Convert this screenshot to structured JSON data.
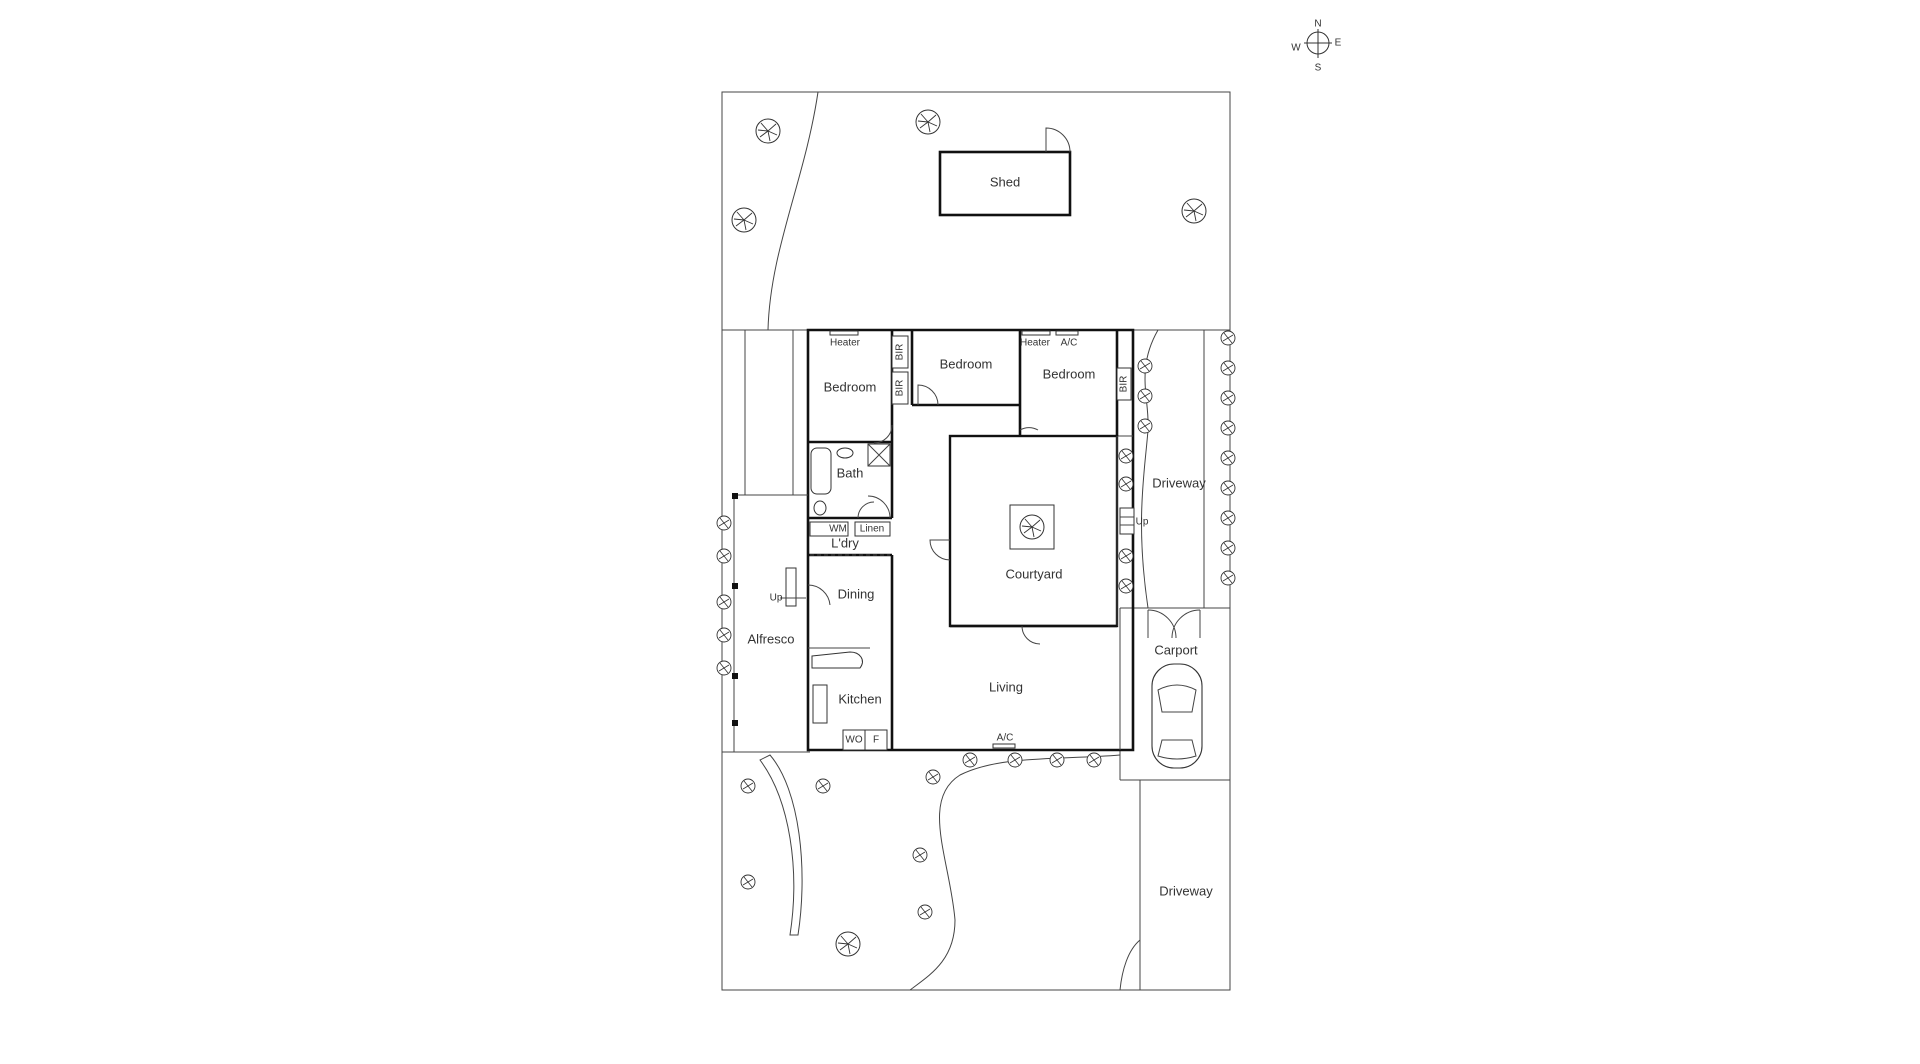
{
  "compass": {
    "n": "N",
    "e": "E",
    "s": "S",
    "w": "W"
  },
  "rooms": {
    "shed": "Shed",
    "bedroom_west": "Bedroom",
    "bedroom_middle": "Bedroom",
    "bedroom_east": "Bedroom",
    "bath": "Bath",
    "laundry": "L'dry",
    "dining": "Dining",
    "kitchen": "Kitchen",
    "alfresco": "Alfresco",
    "courtyard": "Courtyard",
    "living": "Living",
    "driveway_north": "Driveway",
    "carport": "Carport",
    "driveway_south": "Driveway"
  },
  "fixtures": {
    "heater_west": "Heater",
    "heater_east": "Heater",
    "ac_bedroom": "A/C",
    "ac_living": "A/C",
    "bir_1": "BIR",
    "bir_2": "BIR",
    "bir_3": "BIR",
    "wm": "WM",
    "linen": "Linen",
    "wo": "WO",
    "fridge": "F",
    "up_alfresco": "Up",
    "up_driveway": "Up"
  }
}
